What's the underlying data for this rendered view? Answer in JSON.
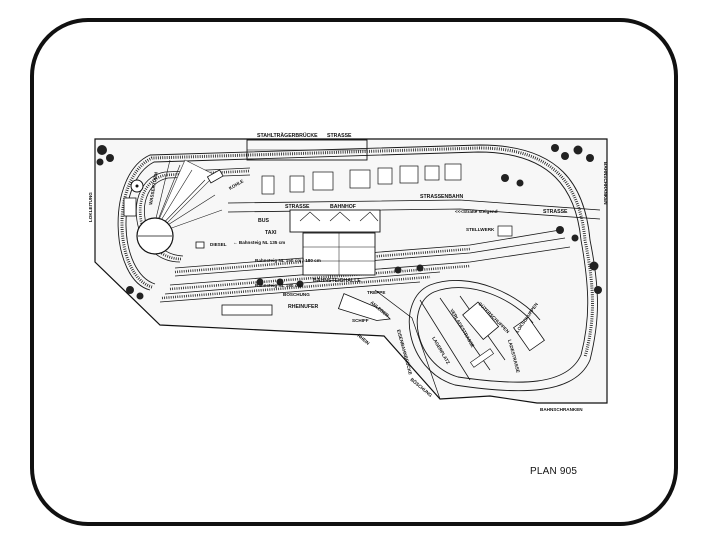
{
  "plan": {
    "number_label": "PLAN 905",
    "labels": {
      "stahltraegerbruecke": "STAHLTRÄGERBRÜCKE",
      "strasse_top": "STRASSE",
      "lokleitung": "LOKLEITUNG",
      "wasserturm": "WASSERTURM",
      "kohle": "KOHLE",
      "diesel": "DIESEL",
      "strasse_mid": "STRASSE",
      "bahnhof": "BAHNHOF",
      "bus": "BUS",
      "taxi": "TAXI",
      "bahnsteig_135": "← Bahnsteig NL 135 cm",
      "strassenbahn": "STRASSENBAHN",
      "strasse_steigend": "<<<Straße steigend",
      "strasse_right": "STRASSE",
      "bahnschranken_right": "BAHNSCHRANKEN",
      "stellwerk": "STELLWERK",
      "bahnsteig_150": "Bahnsteig NL 150 cm / 180 cm",
      "bahnsteighalle": "BAHNSTEIGHALLE",
      "bahnsteig_180": "Bahnsteig NL 180 cm",
      "treppe": "TREPPE",
      "boeschung_top": "BÖSCHUNG",
      "rheinufer": "RHEINUFER",
      "anleger": "ANLEGER",
      "schiff": "SCHIFF",
      "rhein": "RHEIN",
      "eisenbahnbruecke": "EISENBAHNBRÜCKE",
      "boeschung_bottom": "BÖSCHUNG",
      "lagerplatz": "LAGERPLATZ",
      "verladestrasse": "VERLADESTRASSE",
      "gueterschuppen": "GÜTERSCHUPPEN",
      "ladestrasse": "LADESTRASSE",
      "lokschuppen": "LOKSCHUPPEN",
      "bahnschranken_bottom": "BAHNSCHRANKEN"
    }
  }
}
